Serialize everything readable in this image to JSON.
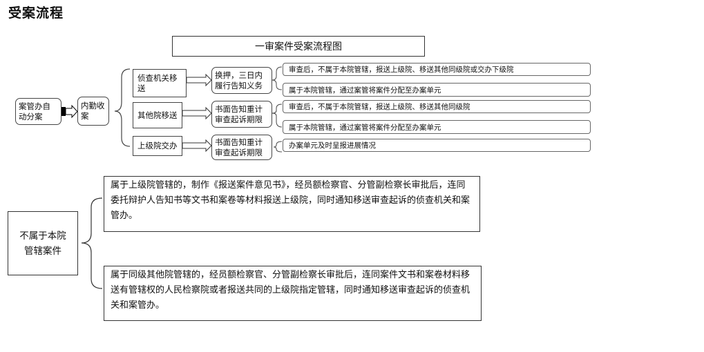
{
  "page": {
    "title": "受案流程"
  },
  "flowchart": {
    "title": "一审案件受案流程图",
    "origin": "案管办自动分案",
    "stage": "内勤收案",
    "sources": [
      {
        "label": "侦查机关移送",
        "action": "换押，三日内履行告知义务"
      },
      {
        "label": "其他院移送",
        "action": "书面告知重计审查起诉期限"
      },
      {
        "label": "上级院交办",
        "action": "书面告知重计审查起诉期限"
      }
    ],
    "outcomes": [
      "审查后，不属于本院管辖，报送上级院、移送其他同级院或交办下级院",
      "属于本院管辖，通过案管将案件分配至办案单元",
      "审查后，不属于本院管辖，报送上级院、移送其他同级院",
      "属于本院管辖，通过案管将案件分配至办案单元",
      "办案单元及时呈报进展情况"
    ]
  },
  "jurisdiction": {
    "label": "不属于本院管辖案件",
    "cases": [
      "属于上级院管辖的，制作《报送案件意见书》，经员额检察官、分管副检察长审批后，连同委托辩护人告知书等文书和案卷等材料报送上级院，同时通知移送审查起诉的侦查机关和案管办。",
      "属于同级其他院管辖的，经员额检察官、分管副检察长审批后，连同案件文书和案卷材料移送有管辖权的人民检察院或者报送共同的上级院指定管辖，同时通知移送审查起诉的侦查机关和案管办。"
    ]
  }
}
